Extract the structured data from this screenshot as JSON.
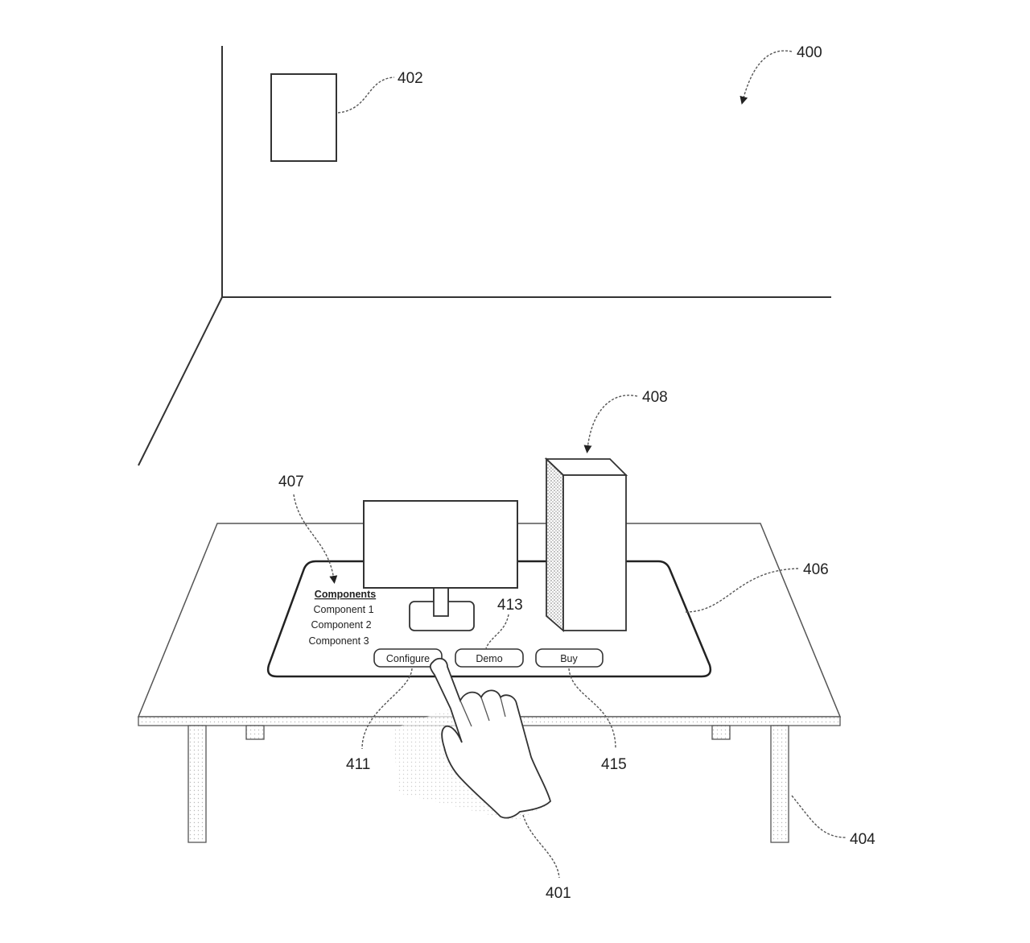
{
  "references": {
    "figure": "400",
    "wall_display": "402",
    "computer_tower": "408",
    "component_list": "407",
    "virtual_interface": "406",
    "demo_pointer": "413",
    "table": "404",
    "configure_pointer": "411",
    "buy_pointer": "415",
    "hand": "401"
  },
  "interface": {
    "heading": "Components",
    "items": [
      "Component 1",
      "Component 2",
      "Component 3"
    ],
    "buttons": {
      "configure": "Configure",
      "demo": "Demo",
      "buy": "Buy"
    }
  },
  "colors": {
    "line": "#333333",
    "background": "#ffffff"
  }
}
